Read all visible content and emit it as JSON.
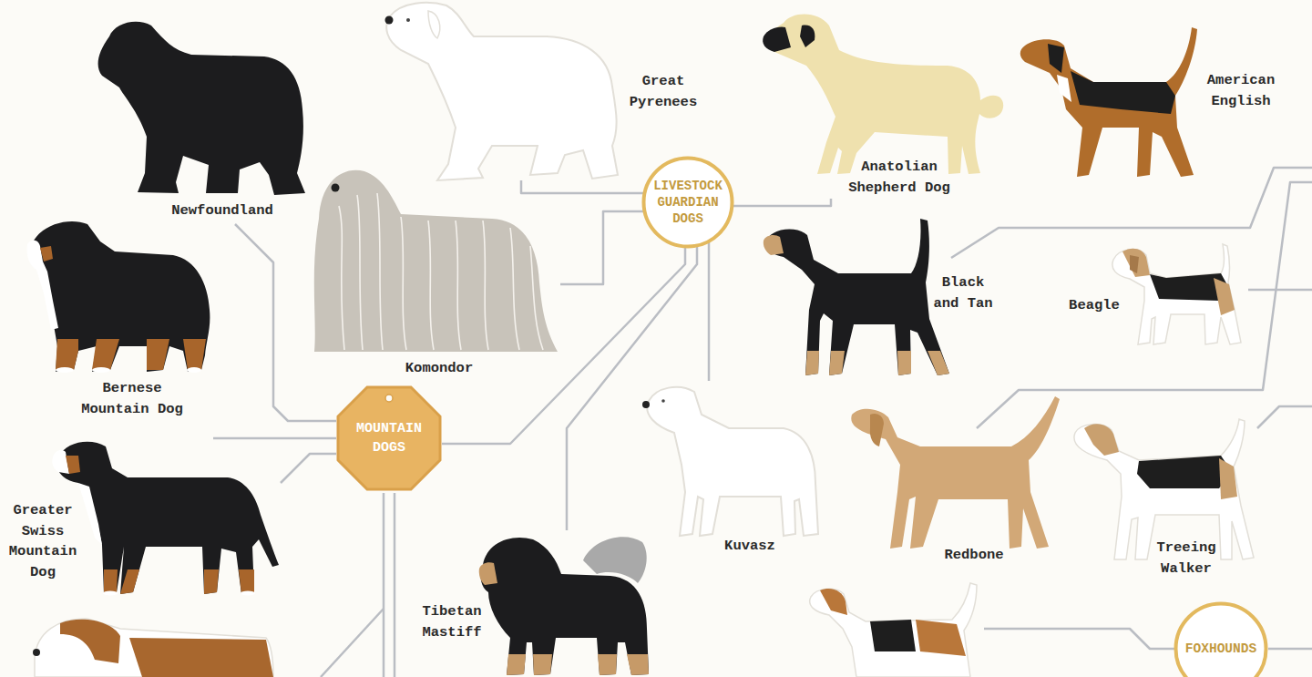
{
  "diagram": {
    "nodes": [
      {
        "text": [
          "Newfoundland"
        ]
      },
      {
        "text": [
          "Great Pyrenees"
        ]
      },
      {
        "text": [
          "LIVESTOCK GUARDIAN DOGS"
        ]
      },
      {
        "text": [
          "Anatolian Shepherd Dog"
        ]
      },
      {
        "text": [
          "American English"
        ]
      },
      {
        "text": [
          "Komondor"
        ]
      },
      {
        "text": [
          "Black and Tan"
        ]
      },
      {
        "text": [
          "Beagle"
        ]
      },
      {
        "text": [
          "Bernese Mountain Dog"
        ]
      },
      {
        "text": [
          "MOUNTAIN DOGS"
        ]
      },
      {
        "text": [
          "Greater Swiss Mountain Dog"
        ]
      },
      {
        "text": [
          "Kuvasz"
        ]
      },
      {
        "text": [
          "Redbone"
        ]
      },
      {
        "text": [
          "Treeing Walker"
        ]
      },
      {
        "text": [
          "Tibetan Mastiff"
        ]
      },
      {
        "text": [
          "FOXHOUNDS"
        ]
      }
    ],
    "edges": [
      {
        "from": 1,
        "to": 2,
        "arrow": "none"
      },
      {
        "from": 5,
        "to": 2,
        "arrow": "none"
      },
      {
        "from": 2,
        "to": 3,
        "arrow": "none"
      },
      {
        "from": 0,
        "to": 9,
        "arrow": "none"
      },
      {
        "from": 8,
        "to": 9,
        "arrow": "none"
      },
      {
        "from": 10,
        "to": 9,
        "arrow": "none"
      },
      {
        "from": 9,
        "to": 2,
        "arrow": "none"
      },
      {
        "from": 2,
        "to": 11,
        "arrow": "none"
      },
      {
        "from": 2,
        "to": 14,
        "arrow": "none"
      }
    ]
  }
}
